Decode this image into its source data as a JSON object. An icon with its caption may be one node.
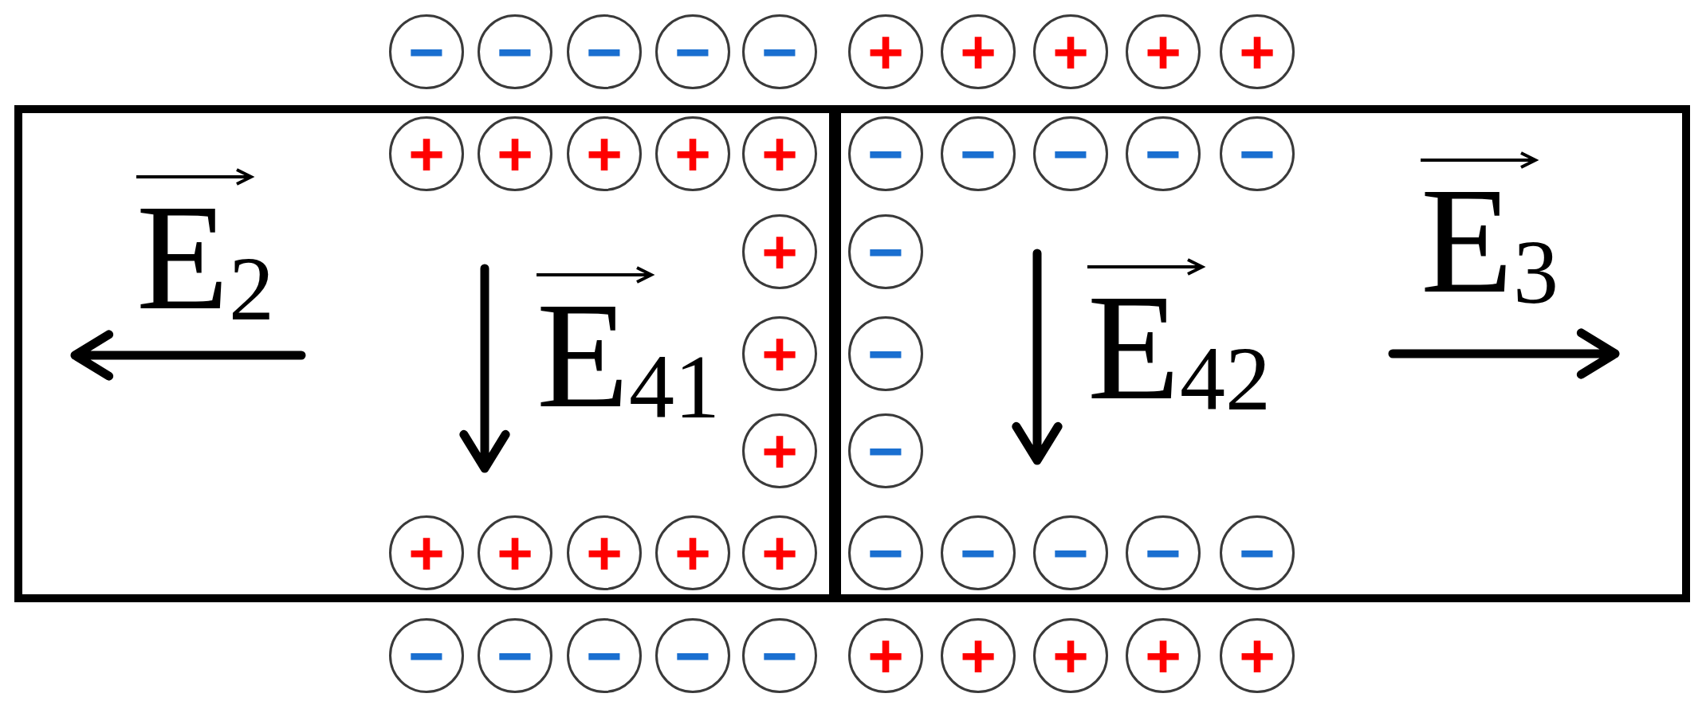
{
  "diagram": {
    "nodes": [
      {
        "text": [
          "−"
        ]
      },
      {
        "text": [
          "−"
        ]
      },
      {
        "text": [
          "−"
        ]
      },
      {
        "text": [
          "−"
        ]
      },
      {
        "text": [
          "−"
        ]
      },
      {
        "text": [
          "+"
        ]
      },
      {
        "text": [
          "+"
        ]
      },
      {
        "text": [
          "+"
        ]
      },
      {
        "text": [
          "+"
        ]
      },
      {
        "text": [
          "+"
        ]
      },
      {
        "text": [],
        "shape": "box"
      },
      {
        "text": [],
        "shape": "box"
      },
      {
        "text": [
          "+"
        ],
        "in": 10
      },
      {
        "text": [
          "+"
        ],
        "in": 10
      },
      {
        "text": [
          "+"
        ],
        "in": 10
      },
      {
        "text": [
          "+"
        ],
        "in": 10
      },
      {
        "text": [
          "+"
        ],
        "in": 10
      },
      {
        "text": [
          "−"
        ],
        "in": 11
      },
      {
        "text": [
          "−"
        ],
        "in": 11
      },
      {
        "text": [
          "−"
        ],
        "in": 11
      },
      {
        "text": [
          "−"
        ],
        "in": 11
      },
      {
        "text": [
          "−"
        ],
        "in": 11
      },
      {
        "text": [
          "+"
        ],
        "in": 10
      },
      {
        "text": [
          "−"
        ],
        "in": 11
      },
      {
        "text": [
          "+"
        ],
        "in": 10
      },
      {
        "text": [
          "−"
        ],
        "in": 11
      },
      {
        "text": [
          "+"
        ],
        "in": 10
      },
      {
        "text": [
          "−"
        ],
        "in": 11
      },
      {
        "text": [
          "+"
        ],
        "in": 10
      },
      {
        "text": [
          "+"
        ],
        "in": 10
      },
      {
        "text": [
          "+"
        ],
        "in": 10
      },
      {
        "text": [
          "+"
        ],
        "in": 10
      },
      {
        "text": [
          "+"
        ],
        "in": 10
      },
      {
        "text": [
          "−"
        ],
        "in": 11
      },
      {
        "text": [
          "−"
        ],
        "in": 11
      },
      {
        "text": [
          "−"
        ],
        "in": 11
      },
      {
        "text": [
          "−"
        ],
        "in": 11
      },
      {
        "text": [
          "−"
        ],
        "in": 11
      },
      {
        "text": [
          "−"
        ]
      },
      {
        "text": [
          "−"
        ]
      },
      {
        "text": [
          "−"
        ]
      },
      {
        "text": [
          "−"
        ]
      },
      {
        "text": [
          "−"
        ]
      },
      {
        "text": [
          "+"
        ]
      },
      {
        "text": [
          "+"
        ]
      },
      {
        "text": [
          "+"
        ]
      },
      {
        "text": [
          "+"
        ]
      },
      {
        "text": [
          "+"
        ]
      }
    ],
    "labels": [
      "E$_{2}$",
      "E$_{41}$",
      "E$_{42}$",
      "E$_{3}$"
    ]
  }
}
